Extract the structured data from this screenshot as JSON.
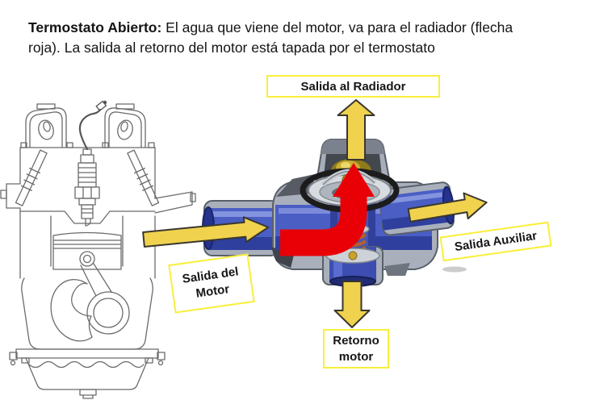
{
  "caption": {
    "lead": "Termostato Abierto:",
    "body": " El agua que viene del motor, va para el radiador (flecha\nroja). La salida al retorno del motor está tapada por el termostato"
  },
  "labels": {
    "to_radiator": "Salida al Radiador",
    "auxiliary": "Salida Auxiliar",
    "from_engine": "Salida del\nMotor",
    "engine_return": "Retorno\nmotor"
  },
  "arrows": [
    {
      "name": "engine-to-thermostat-arrow",
      "direction": "right",
      "meaning": "flow from engine outlet into thermostat",
      "color": "#F0D24E"
    },
    {
      "name": "radiator-outlet-arrow",
      "direction": "up",
      "meaning": "flow out to radiator",
      "color": "#F0D24E"
    },
    {
      "name": "auxiliary-outlet-arrow",
      "direction": "right",
      "meaning": "auxiliary outlet flow",
      "color": "#F0D24E"
    },
    {
      "name": "engine-return-arrow",
      "direction": "down",
      "meaning": "return to engine (blocked by open thermostat)",
      "color": "#F0D24E"
    },
    {
      "name": "hot-water-flow-arrow",
      "direction": "curve-left-to-up",
      "meaning": "hot water path through open thermostat (flecha roja)",
      "color": "#E90007"
    }
  ],
  "illustrations": [
    {
      "name": "engine-cutaway-line-drawing",
      "description": "single-cylinder engine cross-section with spark plug, valves, piston, connecting rod, crankshaft, oil pan"
    },
    {
      "name": "thermostat-housing-cutaway",
      "description": "cross-shaped thermostat housing cutaway with blue coolant passages, brass thermostat valve and copper spring"
    }
  ],
  "colors": {
    "arrow_yellow": "#F0D24E",
    "arrow_outline": "#3A372E",
    "flow_red": "#E90007",
    "label_border": "#F8EF3B",
    "label_bg": "#FFFFFF",
    "text": "#141414",
    "housing_gray": "#A9B0BB",
    "passage_blue": "#4A5EC4",
    "passage_blue_dark": "#2F3F9E",
    "brass": "#C9A22E",
    "spring_copper": "#B06030"
  }
}
